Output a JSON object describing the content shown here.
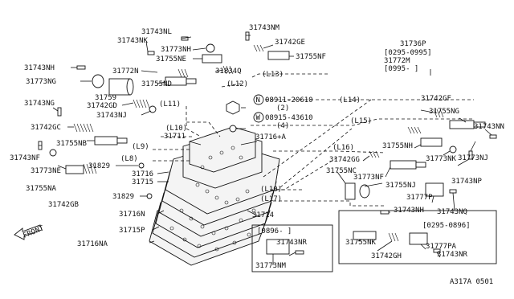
{
  "labels": {
    "l31743NL": "31743NL",
    "l31743NK": "31743NK",
    "l31773NH": "31773NH",
    "l31743NM": "31743NM",
    "l31742GE": "31742GE",
    "l31755NF": "31755NF",
    "l31755NE": "31755NE",
    "l31834Q": "31834Q",
    "l31743NH": "31743NH",
    "l31772N": "31772N",
    "l31773NG": "31773NG",
    "l31755ND": "31755ND",
    "l31759": "31759",
    "l31742GD": "31742GD",
    "l31743NJ": "31743NJ",
    "l31743NG": "31743NG",
    "l31742GC": "31742GC",
    "l31711": "31711",
    "l31716A": "31716+A",
    "l31755NB": "31755NB",
    "l31743NF": "31743NF",
    "l31773NE": "31773NE",
    "l31829a": "31829",
    "l31716": "31716",
    "l31715": "31715",
    "l31755NA": "31755NA",
    "l31742GB": "31742GB",
    "l31829b": "31829",
    "l31716N": "31716N",
    "l31715P": "31715P",
    "l31716NA": "31716NA",
    "l31714": "31714",
    "l31736P": "31736P",
    "l31772M": "31772M",
    "l31742GF": "31742GF",
    "l31755NG": "31755NG",
    "l31743NN": "31743NN",
    "l31773NJ": "31773NJ",
    "l31773NK": "31773NK",
    "l31755NH": "31755NH",
    "l31742GG": "31742GG",
    "l31743NP": "31743NP",
    "l31755NC": "31755NC",
    "l31773NF": "31773NF",
    "l31755NJ": "31755NJ",
    "l31777P": "31777P",
    "l31743NH2": "31743NH",
    "l31743NQ": "31743NQ",
    "l31755NK": "31755NK",
    "l31777PA": "31777PA",
    "l31742GH": "31742GH",
    "l31743NR2": "31743NR",
    "l31743NR": "31743NR",
    "l31773NM": "31773NM"
  },
  "dates": {
    "d0295_0995": "[0295-0995]",
    "d0995": "[0995-    ]",
    "d0295_0896": "[0295-0896]",
    "d0896": "[0896-    ]"
  },
  "bolts": {
    "nut_text": "08911-20610",
    "nut_qty": "(2)",
    "nut_letter": "N",
    "washer_text": "08915-43610",
    "washer_qty": "(4)",
    "washer_letter": "W"
  },
  "bolt_refs": {
    "L8": "(L8)",
    "L9": "(L9)",
    "L10a": "(L10)",
    "L10b": "(L10)",
    "L11": "(L11)",
    "L12": "(L12)",
    "L13": "(L13)",
    "L14": "(L14)",
    "L15": "(L15)",
    "L16": "(L16)",
    "L17": "(L17)"
  },
  "front_label": "FRONT",
  "diagram_code": "A317A 0501"
}
